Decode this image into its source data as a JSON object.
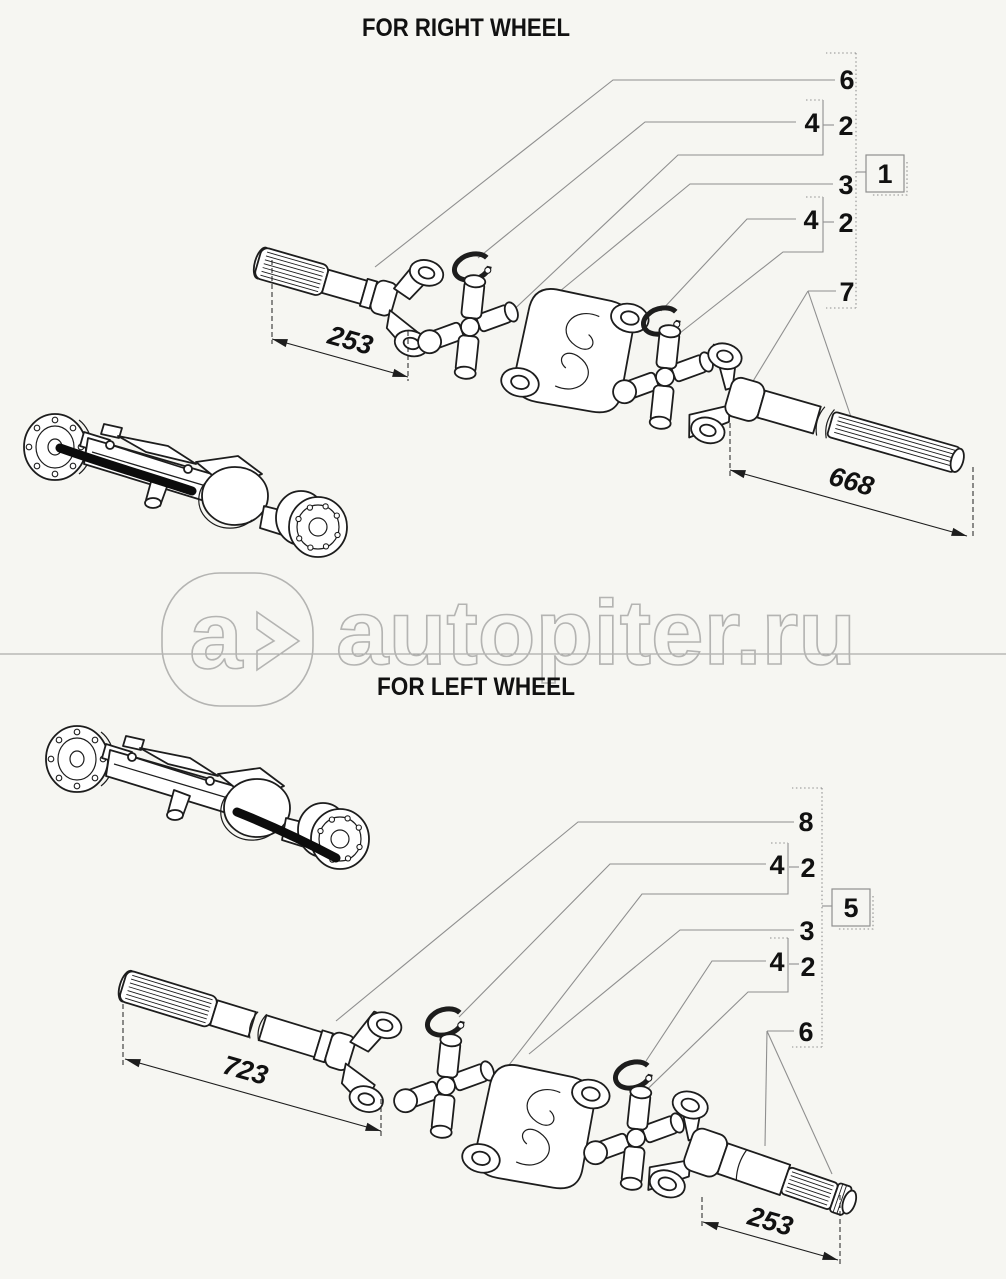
{
  "right_section": {
    "title": "FOR RIGHT WHEEL",
    "assembly_ref": "1",
    "callouts": {
      "shaft_assembly": "6",
      "snap_ring_1": "4",
      "spider_1": "2",
      "housing": "3",
      "snap_ring_2": "4",
      "spider_2": "2",
      "long_shaft": "7"
    },
    "dims": {
      "yoke_shaft_length": "253",
      "long_shaft_length": "668"
    }
  },
  "left_section": {
    "title": "FOR LEFT WHEEL",
    "assembly_ref": "5",
    "callouts": {
      "long_shaft_assembly": "8",
      "snap_ring_1": "4",
      "spider_1": "2",
      "housing": "3",
      "snap_ring_2": "4",
      "spider_2": "2",
      "stub_shaft": "6"
    },
    "dims": {
      "long_shaft_length": "723",
      "stub_shaft_length": "253"
    }
  },
  "watermark": {
    "logo_letter": "a",
    "brand": "autopiter.ru"
  }
}
